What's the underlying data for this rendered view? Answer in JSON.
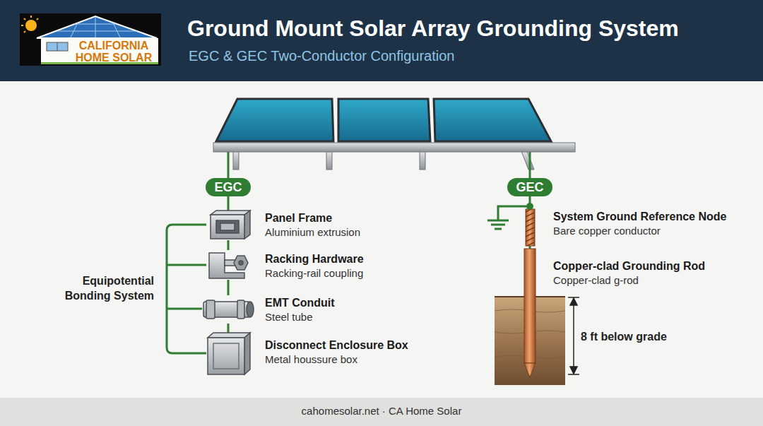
{
  "diagram": {
    "title": "Ground Mount Solar Array Grounding System",
    "caption": "cahomesolar.net · CA Home Solar",
    "nodes": [
      {
        "text": [
          "CALIFORNIA HOME SOLAR"
        ]
      },
      {
        "text": [
          "EGC"
        ]
      },
      {
        "text": [
          "GEC"
        ]
      },
      {
        "text": [
          "Panel Frame",
          "Aluminium extrusion"
        ]
      },
      {
        "text": [
          "Racking Hardware",
          "Racking-rail coupling"
        ]
      },
      {
        "text": [
          "EMT Conduit",
          "Steel tube"
        ]
      },
      {
        "text": [
          "Disconnect Enclosure Box",
          "Metal houssure box"
        ]
      },
      {
        "text": [
          "System Ground Reference Node",
          "Bare copper conductor"
        ]
      },
      {
        "text": [
          "Copper-clad Grounding Rod",
          "Copper-clad g-rod"
        ]
      }
    ],
    "edges": [
      {
        "from": 1,
        "to": 3,
        "arrow": "none"
      },
      {
        "from": 3,
        "to": 4,
        "arrow": "none"
      },
      {
        "from": 4,
        "to": 5,
        "arrow": "none"
      },
      {
        "from": 5,
        "to": 6,
        "arrow": "none"
      },
      {
        "from": 2,
        "to": 7,
        "arrow": "none"
      },
      {
        "from": 7,
        "to": 8,
        "arrow": "none"
      }
    ],
    "labels": [
      "EGC & GEC Two-Conductor Configuration",
      "Equipotential Bonding System",
      "8 ft below grade"
    ]
  }
}
